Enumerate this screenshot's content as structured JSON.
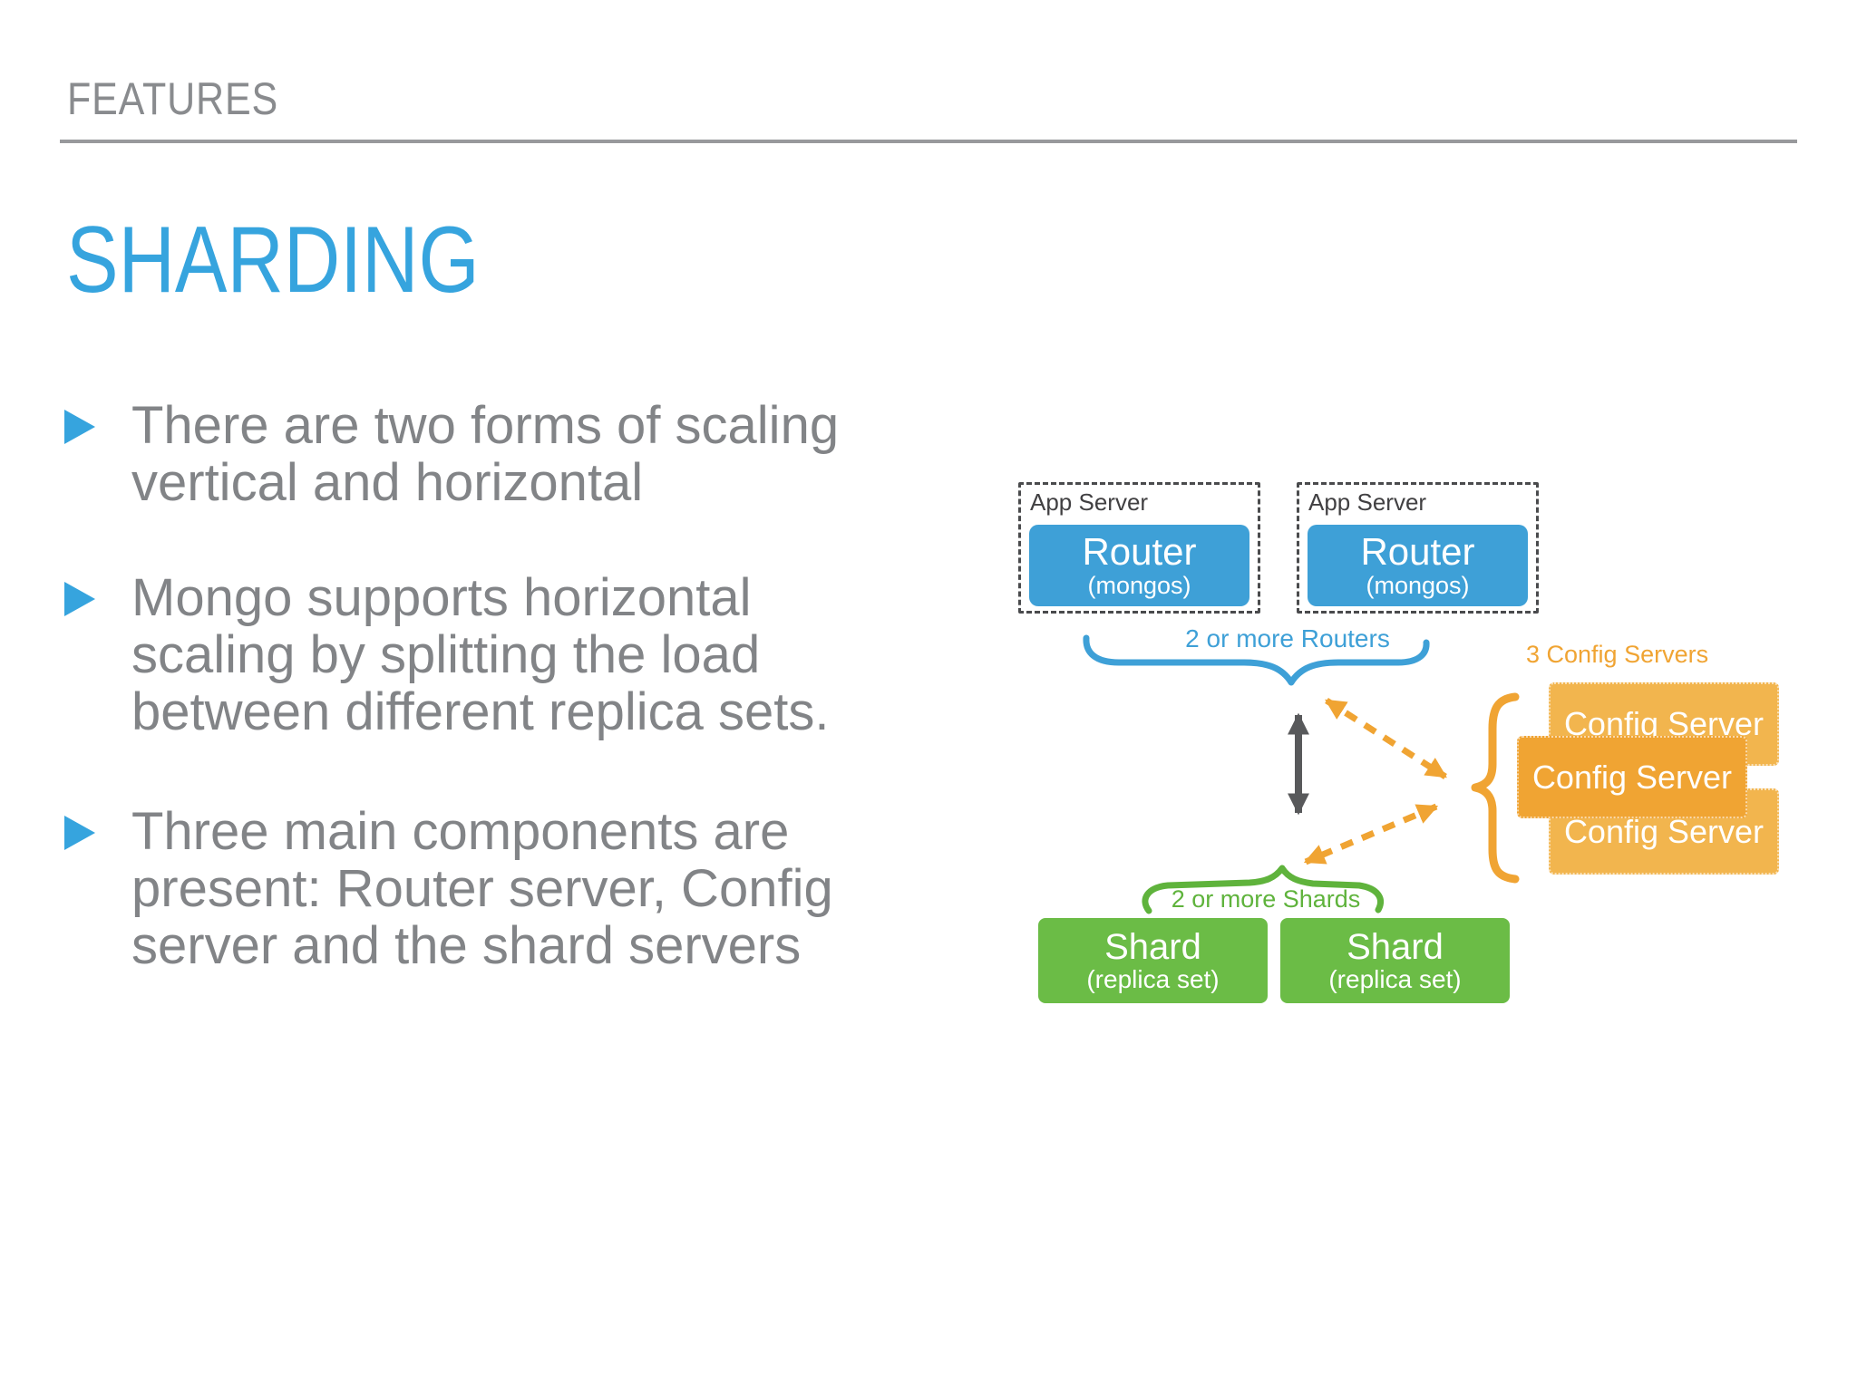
{
  "slide": {
    "kicker": "FEATURES",
    "title": "SHARDING",
    "bullets": [
      "There are two forms of scaling\nvertical and horizontal",
      "Mongo supports horizontal\nscaling by splitting the load\nbetween different replica sets.",
      "Three main components are\npresent: Router server, Config\nserver and the shard servers"
    ]
  },
  "diagram": {
    "app_servers": [
      {
        "label": "App Server",
        "router": {
          "title": "Router",
          "subtitle": "(mongos)"
        }
      },
      {
        "label": "App Server",
        "router": {
          "title": "Router",
          "subtitle": "(mongos)"
        }
      }
    ],
    "routers_caption": "2 or more Routers",
    "config_caption": "3 Config Servers",
    "config_servers": [
      "Config Server",
      "Config Server",
      "Config Server"
    ],
    "shards_caption": "2 or more Shards",
    "shards": [
      {
        "title": "Shard",
        "subtitle": "(replica set)"
      },
      {
        "title": "Shard",
        "subtitle": "(replica set)"
      }
    ],
    "colors": {
      "blue": "#3EA0D7",
      "blue_accent": "#36A4DE",
      "green": "#6BBC46",
      "green_accent": "#5FB33C",
      "orange": "#F0A433",
      "orange_light": "#F2B54E",
      "gray_arrow": "#58595B",
      "text_gray": "#828487"
    }
  }
}
